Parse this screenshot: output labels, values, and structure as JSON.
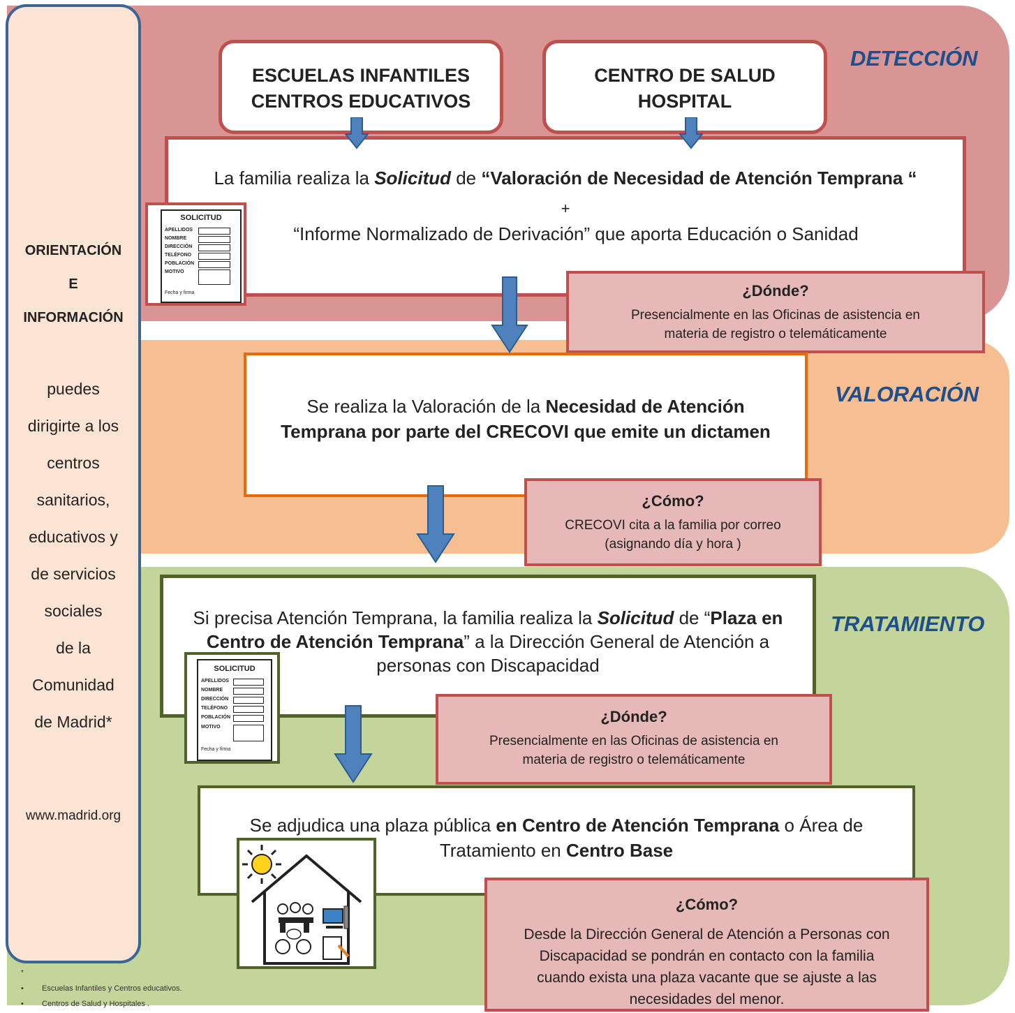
{
  "stages": {
    "detection": "DETECCIÓN",
    "valoration": "VALORACIÓN",
    "treatment": "TRATAMIENTO"
  },
  "sidebar": {
    "title_1": "ORIENTACIÓN",
    "title_2": "E",
    "title_3": "INFORMACIÓN",
    "lines": [
      "puedes",
      "dirigirte a los",
      "centros",
      "sanitarios,",
      "educativos y",
      "de servicios",
      "sociales",
      "de la",
      "Comunidad",
      "de Madrid*"
    ],
    "website": "www.madrid.org"
  },
  "sources": {
    "education_1": "ESCUELAS INFANTILES",
    "education_2": "CENTROS EDUCATIVOS",
    "health_1": "CENTRO DE SALUD",
    "health_2": "HOSPITAL"
  },
  "step1": {
    "a": "La familia realiza la ",
    "b": "Solicitud",
    "c": " de ",
    "d": "“Valoración de Necesidad de Atención Temprana “",
    "plus": "+",
    "e": "“Informe Normalizado de Derivación” que aporta Educación o Sanidad"
  },
  "note1": {
    "title": "¿Dónde?",
    "line1": "Presencialmente en las Oficinas de asistencia en",
    "line2": "materia de registro o telemáticamente"
  },
  "step2": {
    "a": "Se realiza la Valoración de la ",
    "b": "Necesidad de Atención",
    "c": "Temprana por parte del CRECOVI que emite un dictamen"
  },
  "note2": {
    "title": "¿Cómo?",
    "line1": "CRECOVI cita a la familia por correo",
    "line2": "(asignando día y hora )"
  },
  "step3": {
    "a": "Si precisa Atención Temprana, la familia realiza la ",
    "b": "Solicitud",
    "c": " de “",
    "d": "Plaza en",
    "e": "Centro de Atención Temprana",
    "f": "” a la Dirección General de Atención a",
    "g": "personas con Discapacidad"
  },
  "note3": {
    "title": "¿Dónde?",
    "line1": "Presencialmente en las Oficinas de asistencia en",
    "line2": "materia de registro o telemáticamente"
  },
  "step4": {
    "a": "Se adjudica una plaza pública ",
    "b": "en Centro de Atención Temprana",
    "c": " o Área de",
    "d": "Tratamiento en ",
    "e": "Centro Base"
  },
  "note4": {
    "title": "¿Cómo?",
    "lines": [
      "Desde la Dirección General de Atención a Personas con",
      "Discapacidad se pondrán en contacto con la familia",
      "cuando exista una plaza vacante que se ajuste a las",
      "necesidades del menor."
    ]
  },
  "form": {
    "title": "SOLICITUD",
    "fields": [
      "APELLIDOS",
      "NOMBRE",
      "DIRECCIÓN",
      "TELÉFONO",
      "POBLACIÓN",
      "MOTIVO"
    ],
    "signature": "Fecha y firma"
  },
  "footnotes": {
    "marker": "*",
    "items": [
      "Escuelas Infantiles y Centros educativos.",
      "Centros de Salud y Hospitales ."
    ]
  },
  "colors": {
    "detection_band": "#d99594",
    "valoration_band": "#f7be91",
    "treatment_band": "#c3d59b",
    "stage_label": "#1f4e8c",
    "arrow": "#4f81bd",
    "red_border": "#c0504d",
    "orange_border": "#e46c0a",
    "green_border": "#4f6228"
  }
}
